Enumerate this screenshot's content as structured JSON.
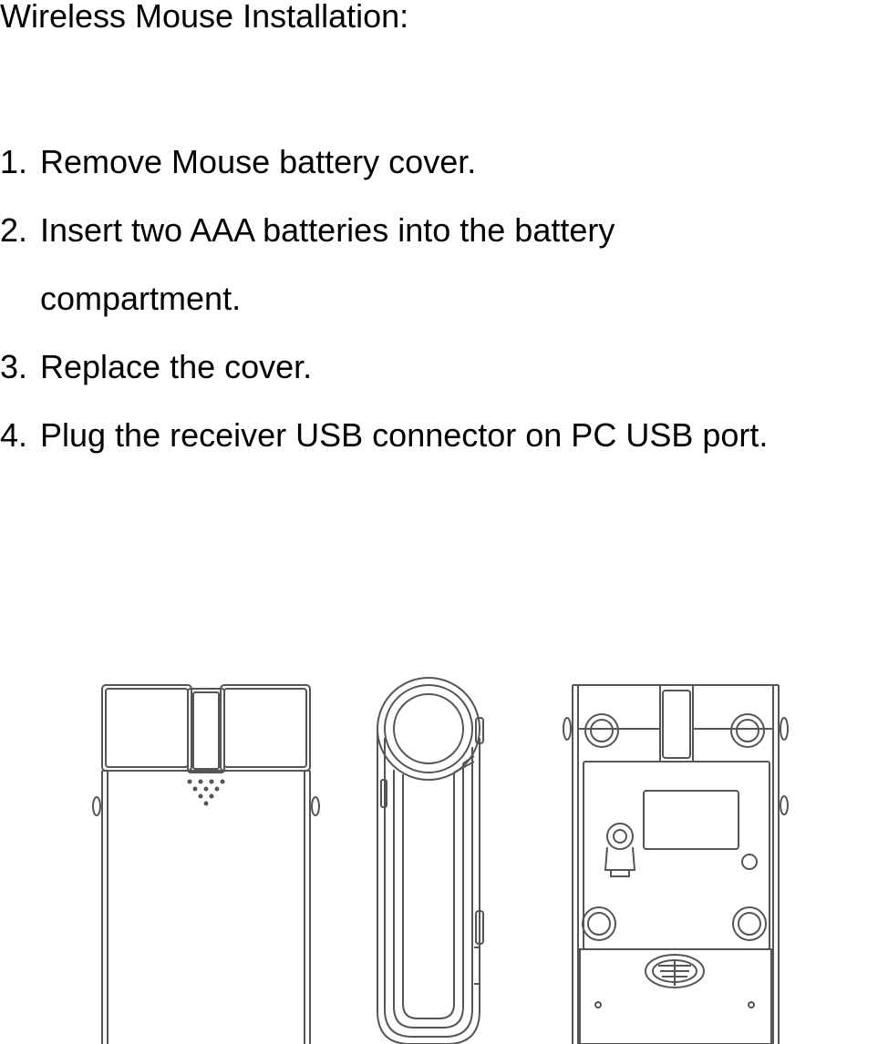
{
  "document": {
    "title": "Wireless Mouse Installation:",
    "steps": [
      {
        "number": "1.",
        "text": "Remove Mouse battery cover."
      },
      {
        "number": "2.",
        "text": "Insert two AAA batteries into the battery",
        "continuation": "compartment."
      },
      {
        "number": "3.",
        "text": "Replace the cover."
      },
      {
        "number": "4.",
        "text": "Plug the receiver USB connector on PC USB port."
      }
    ]
  },
  "illustration": {
    "views": [
      "mouse-top-view",
      "mouse-side-view",
      "mouse-bottom-view"
    ],
    "stroke_color": "#555555"
  }
}
